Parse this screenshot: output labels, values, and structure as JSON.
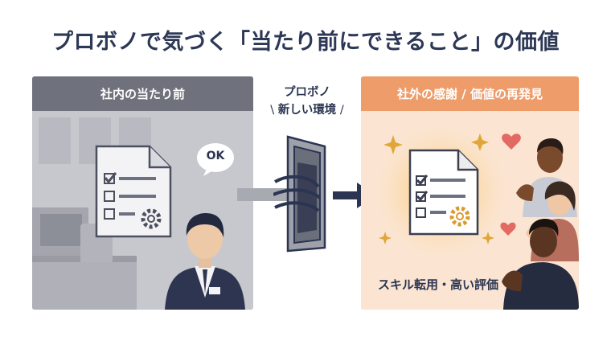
{
  "title": "プロボノで気づく「当たり前にできること」の価値",
  "left_panel": {
    "header": "社内の当たり前",
    "bubble": "OK"
  },
  "middle": {
    "line1": "プロボノ",
    "line2": "新しい環境"
  },
  "right_panel": {
    "header": "社外の感謝 / 価値の再発見",
    "caption": "スキル転用・高い評価"
  },
  "colors": {
    "left_header": "#6f717c",
    "left_bg": "#c5c6cc",
    "right_header": "#ee9c6a",
    "right_bg": "#fbe5d2",
    "navy": "#2b3552",
    "gold": "#e0a63a"
  }
}
